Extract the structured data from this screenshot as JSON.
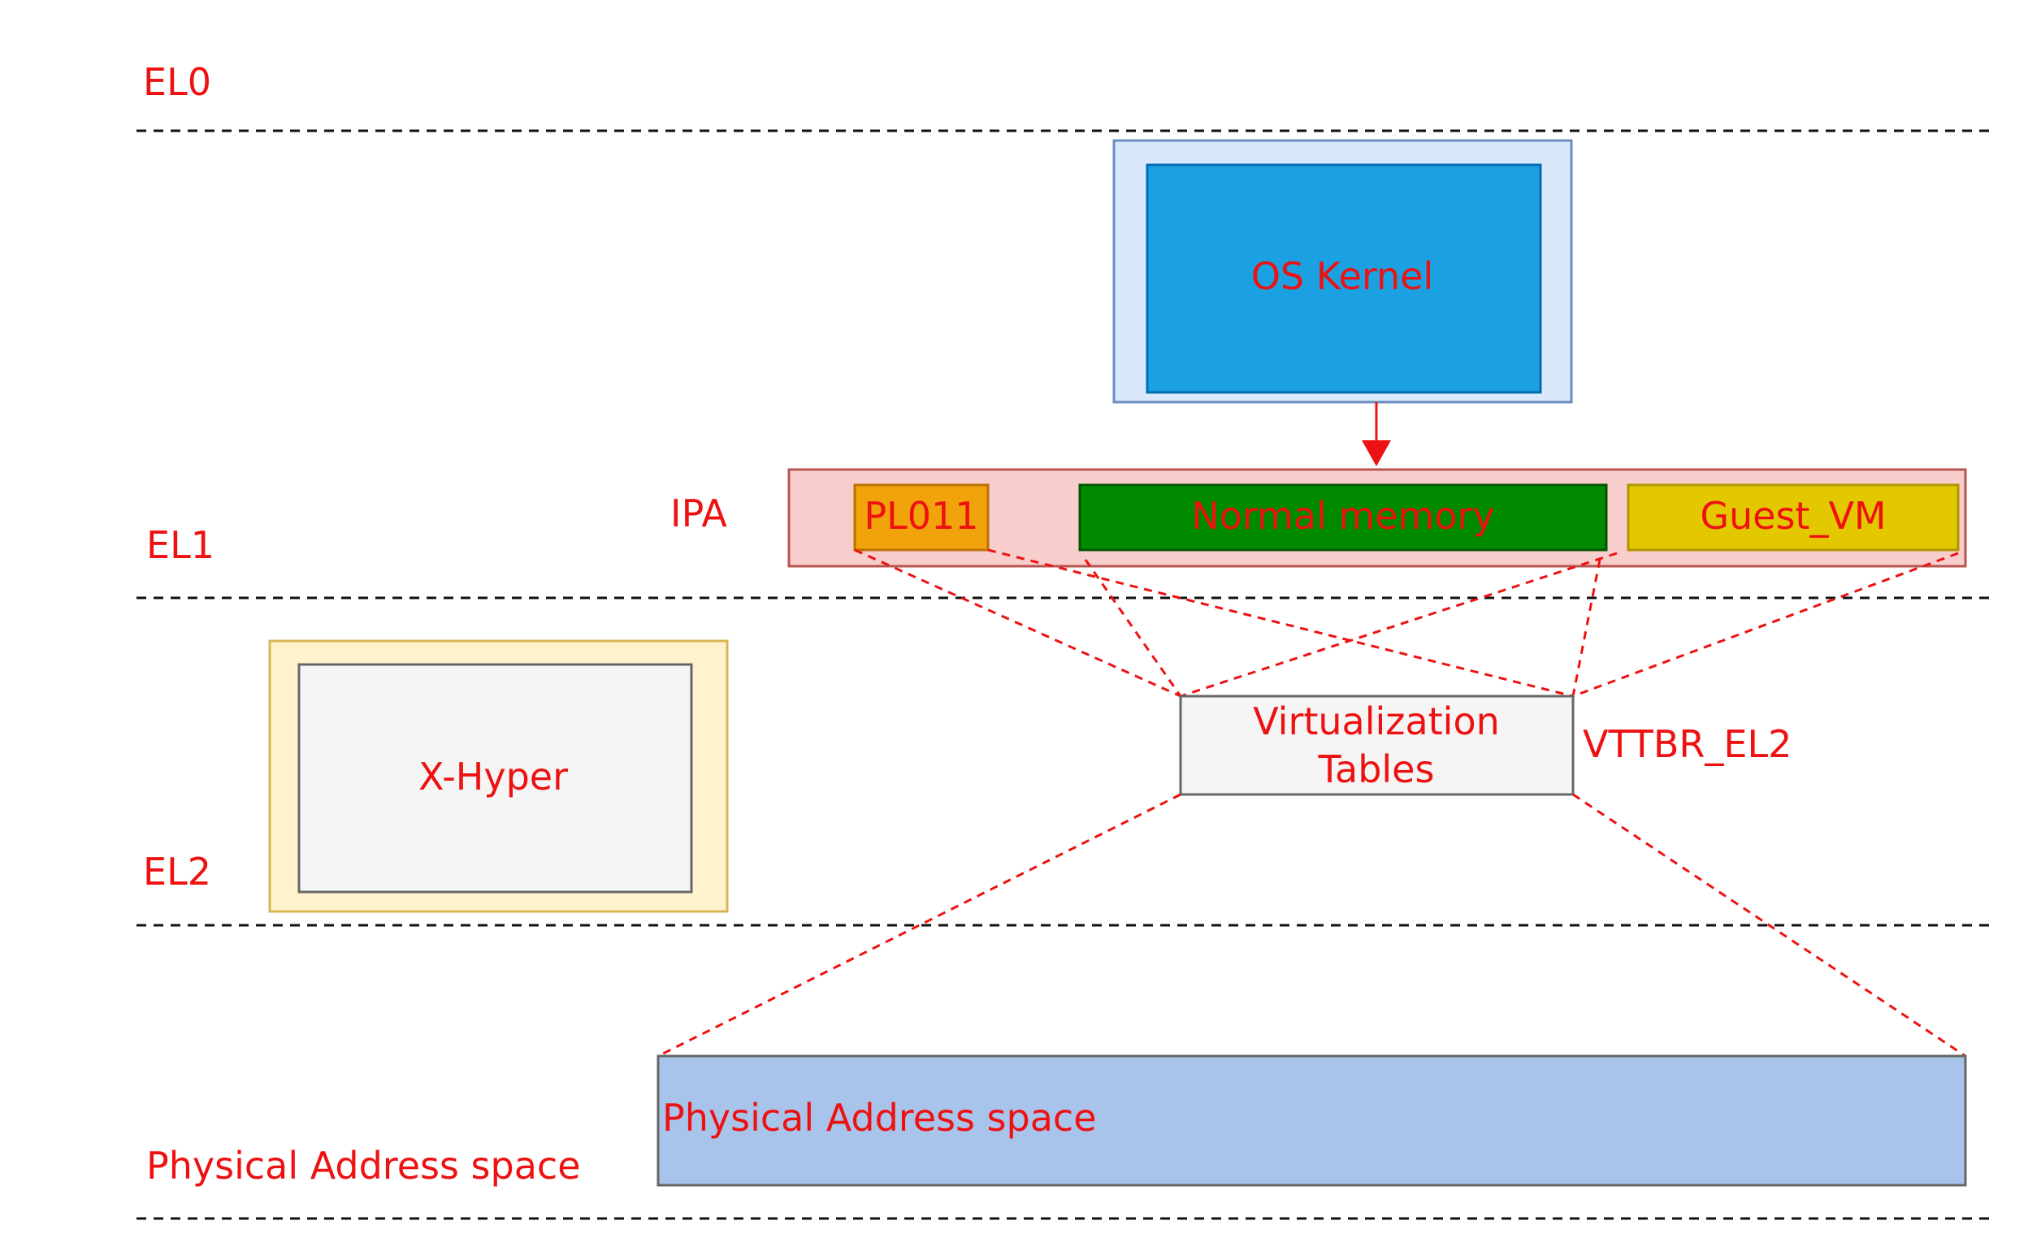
{
  "colors": {
    "label_red": "#ee1111",
    "dashed_line": "#111111",
    "os_outer_fill": "#dae8fc",
    "os_outer_stroke": "#6c8ebf",
    "os_inner_fill": "#1ba1e2",
    "os_inner_stroke": "#006eaf",
    "ipa_fill": "#f8cecc",
    "ipa_stroke": "#b85450",
    "pl011_fill": "#f0a30a",
    "pl011_stroke": "#bd7000",
    "normal_mem_fill": "#008a00",
    "normal_mem_stroke": "#005700",
    "guest_vm_fill": "#e3c800",
    "guest_vm_stroke": "#b09500",
    "grey_box_fill": "#f5f5f5",
    "grey_box_stroke": "#666666",
    "xhyper_outer_fill": "#fff2cc",
    "xhyper_outer_stroke": "#d6b656",
    "physical_fill": "#a9c4eb",
    "physical_stroke": "#666666"
  },
  "levels": {
    "el0": "EL0",
    "el1": "EL1",
    "el2": "EL2",
    "physical": "Physical Address space"
  },
  "os_kernel": {
    "label": "OS Kernel"
  },
  "ipa": {
    "label": "IPA",
    "regions": {
      "pl011": "PL011",
      "normal_memory": "Normal memory",
      "guest_vm": "Guest_VM"
    }
  },
  "virtualization_tables": {
    "line1": "Virtualization",
    "line2": "Tables",
    "register": "VTTBR_EL2"
  },
  "x_hyper": {
    "label": "X-Hyper"
  },
  "physical_space": {
    "label": "Physical Address space"
  }
}
